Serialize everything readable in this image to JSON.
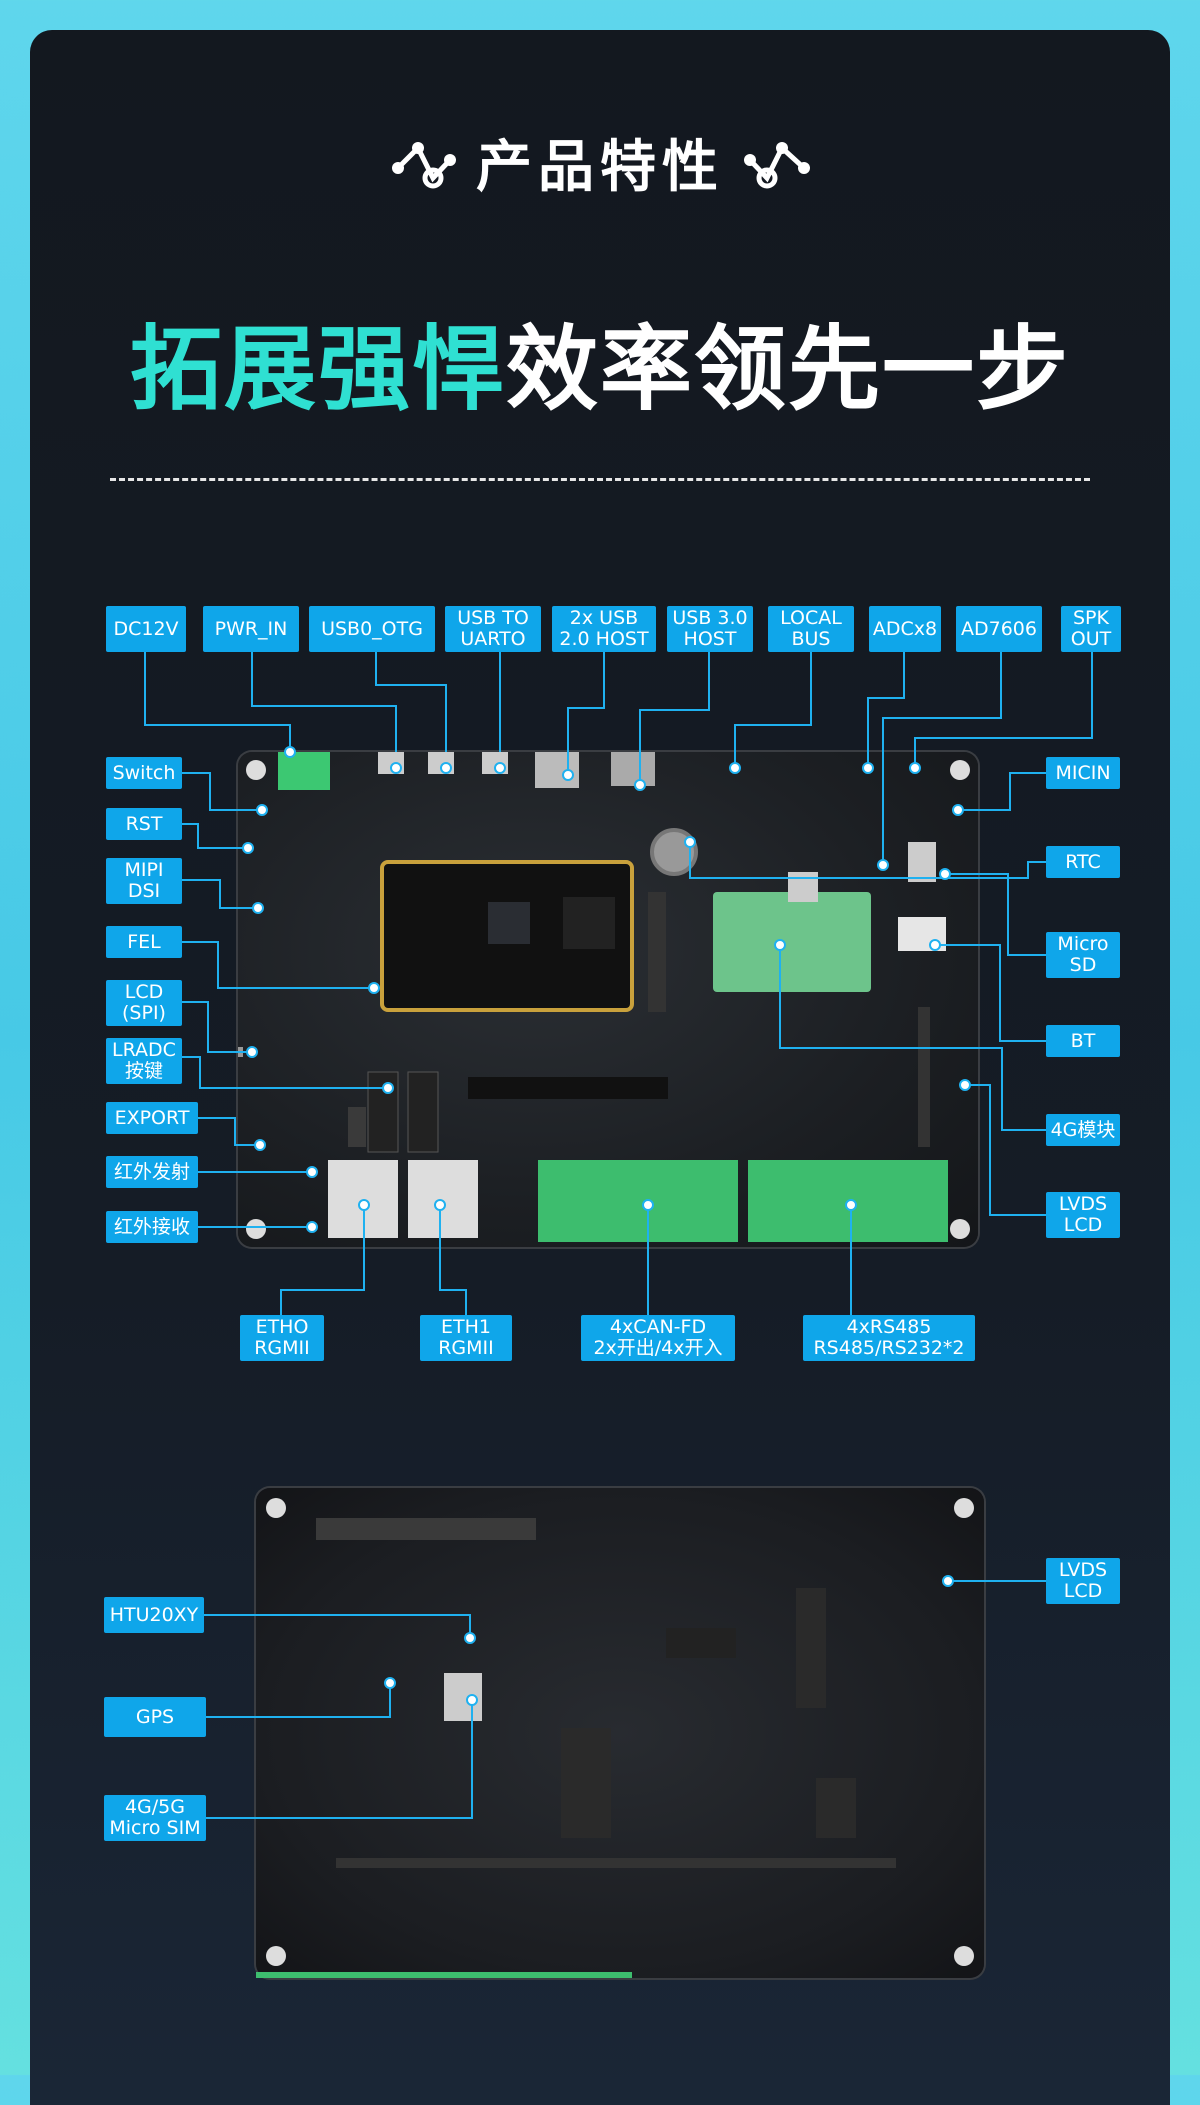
{
  "header": {
    "title": "产品特性"
  },
  "headline": {
    "highlight": "拓展强悍",
    "rest": "效率领先一步"
  },
  "colors": {
    "label_bg": "#0fa6ea",
    "wire": "#1fb1f0",
    "highlight": "#2fe0d2",
    "card_bg": "#13181f"
  },
  "board_top_labels": {
    "dc12v": "DC12V",
    "pwr_in": "PWR_IN",
    "usb0_otg": "USB0_OTG",
    "usb_to_uart": "USB TO\nUARTO",
    "usb2_host": "2x USB\n2.0 HOST",
    "usb3_host": "USB 3.0\nHOST",
    "local_bus": "LOCAL\nBUS",
    "adcx8": "ADCx8",
    "ad7606": "AD7606",
    "spk_out": "SPK\nOUT"
  },
  "board_left_labels": {
    "switch": "Switch",
    "rst": "RST",
    "mipi_dsi": "MIPI\nDSI",
    "fel": "FEL",
    "lcd_spi": "LCD\n(SPI)",
    "lradc": "LRADC\n按键",
    "export": "EXPORT",
    "ir_tx": "红外发射",
    "ir_rx": "红外接收"
  },
  "board_right_labels": {
    "micin": "MICIN",
    "rtc": "RTC",
    "micro_sd": "Micro\nSD",
    "bt": "BT",
    "mod_4g": "4G模块",
    "lvds_lcd": "LVDS\nLCD"
  },
  "board_bottom_labels": {
    "eth0": "ETHO\nRGMII",
    "eth1": "ETH1\nRGMII",
    "can_fd": "4xCAN-FD\n2x开出/4x开入",
    "rs485": "4xRS485\nRS485/RS232*2"
  },
  "back_labels": {
    "htu20xy": "HTU20XY",
    "gps": "GPS",
    "sim": "4G/5G\nMicro SIM",
    "lvds_lcd_back": "LVDS\nLCD"
  }
}
